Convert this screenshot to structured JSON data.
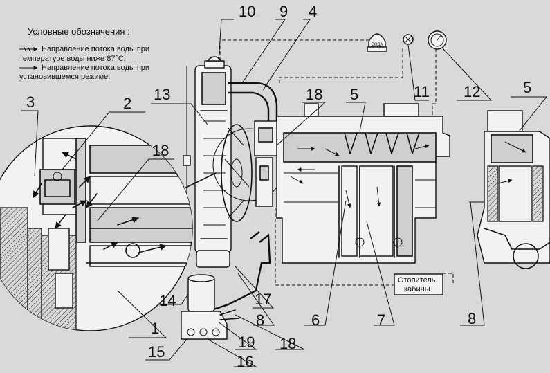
{
  "legend": {
    "title": "Условные обозначения :",
    "line1a": "Направление потока воды при",
    "line1b": "температуре воды ниже 87°С;",
    "line2a": "Направление потока воды при",
    "line2b": "установившемся режиме."
  },
  "heater_box": {
    "line1": "Отопитель",
    "line2": "кабины"
  },
  "gauge_label": "ВОДА",
  "callouts": {
    "c10": "10",
    "c9": "9",
    "c4": "4",
    "c13": "13",
    "c18a": "18",
    "c11": "11",
    "c12": "12",
    "c5a": "5",
    "c5b": "5",
    "c3": "3",
    "c2": "2",
    "c18b": "18",
    "c14": "14",
    "c1": "1",
    "c17": "17",
    "c8a": "8",
    "c6": "6",
    "c7": "7",
    "c8b": "8",
    "c15": "15",
    "c19": "19",
    "c16": "16",
    "c18c": "18"
  }
}
